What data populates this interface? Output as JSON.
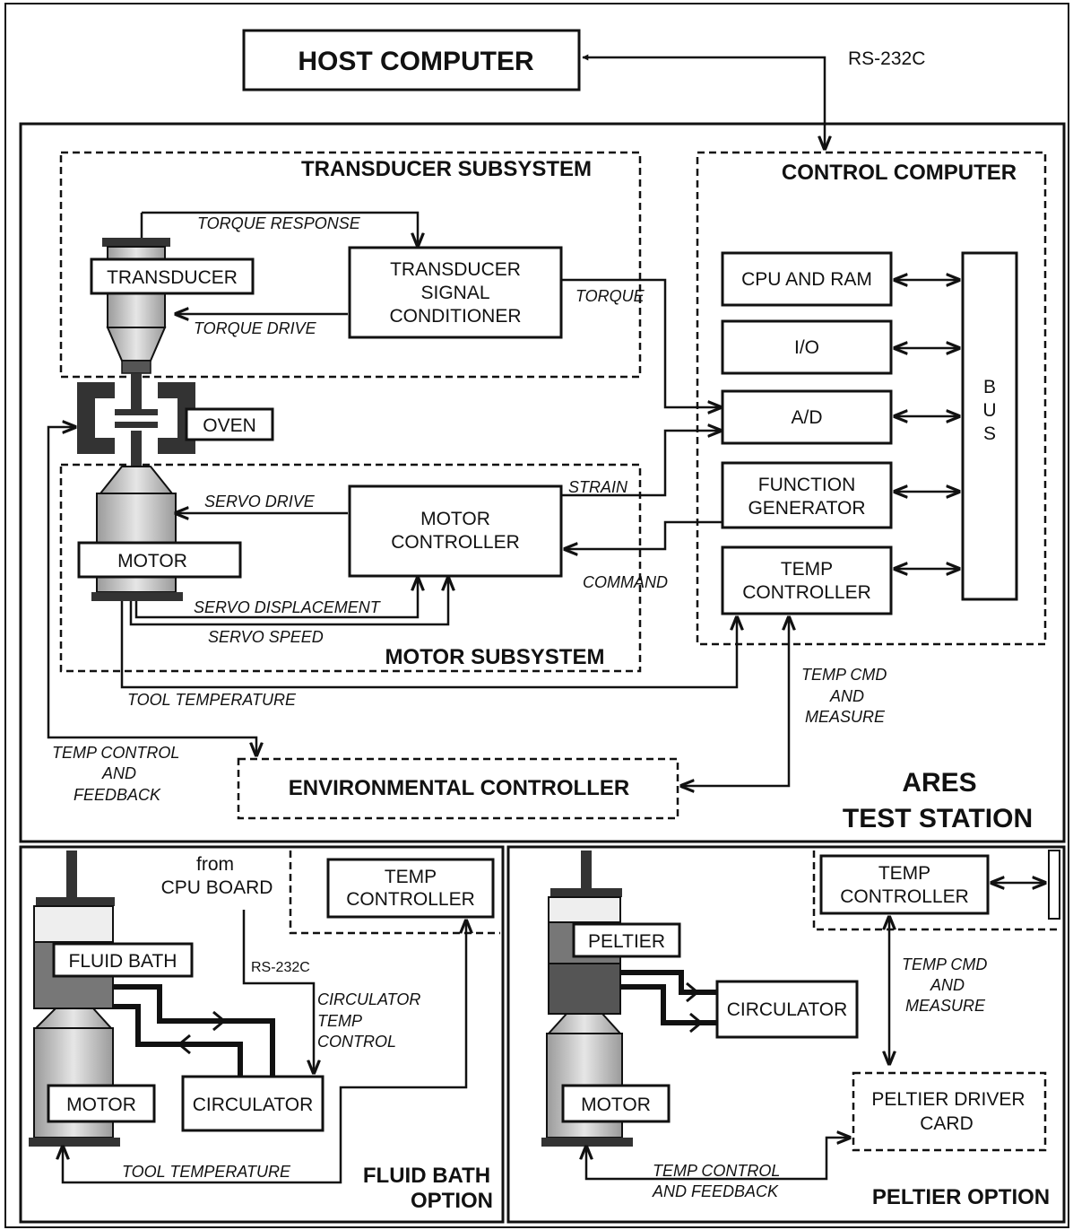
{
  "host_computer": "HOST COMPUTER",
  "rs232c_top": "RS-232C",
  "transducer_subsystem": "TRANSDUCER SUBSYSTEM",
  "control_computer": "CONTROL COMPUTER",
  "torque_response": "TORQUE RESPONSE",
  "transducer": "TRANSDUCER",
  "signal_conditioner": [
    "TRANSDUCER",
    "SIGNAL",
    "CONDITIONER"
  ],
  "torque": "TORQUE",
  "torque_drive": "TORQUE DRIVE",
  "cpu_ram": "CPU AND RAM",
  "io": "I/O",
  "ad": "A/D",
  "bus": [
    "B",
    "U",
    "S"
  ],
  "oven": "OVEN",
  "function_generator": [
    "FUNCTION",
    "GENERATOR"
  ],
  "strain": "STRAIN",
  "servo_drive": "SERVO DRIVE",
  "motor_controller": [
    "MOTOR",
    "CONTROLLER"
  ],
  "motor": "MOTOR",
  "command": "COMMAND",
  "temp_controller": [
    "TEMP",
    "CONTROLLER"
  ],
  "servo_displacement": "SERVO DISPLACEMENT",
  "servo_speed": "SERVO SPEED",
  "motor_subsystem": "MOTOR SUBSYSTEM",
  "tool_temperature": "TOOL TEMPERATURE",
  "temp_cmd_measure": [
    "TEMP CMD",
    "AND",
    "MEASURE"
  ],
  "temp_control_feedback": [
    "TEMP CONTROL",
    "AND",
    "FEEDBACK"
  ],
  "environmental_controller": "ENVIRONMENTAL CONTROLLER",
  "ares_test_station": [
    "ARES",
    "TEST STATION"
  ],
  "fluid_bath_panel": {
    "from_cpu": [
      "from",
      "CPU BOARD"
    ],
    "temp_controller": [
      "TEMP",
      "CONTROLLER"
    ],
    "fluid_bath": "FLUID BATH",
    "rs232c": "RS-232C",
    "circulator_temp_control": [
      "CIRCULATOR",
      "TEMP",
      "CONTROL"
    ],
    "motor": "MOTOR",
    "circulator": "CIRCULATOR",
    "tool_temperature": "TOOL TEMPERATURE",
    "option": [
      "FLUID BATH",
      "OPTION"
    ]
  },
  "peltier_panel": {
    "temp_controller": [
      "TEMP",
      "CONTROLLER"
    ],
    "peltier": "PELTIER",
    "temp_cmd_measure": [
      "TEMP CMD",
      "AND",
      "MEASURE"
    ],
    "circulator": "CIRCULATOR",
    "motor": "MOTOR",
    "driver_card": [
      "PELTIER DRIVER",
      "CARD"
    ],
    "temp_control_feedback": [
      "TEMP CONTROL",
      "AND FEEDBACK"
    ],
    "option": "PELTIER OPTION"
  }
}
